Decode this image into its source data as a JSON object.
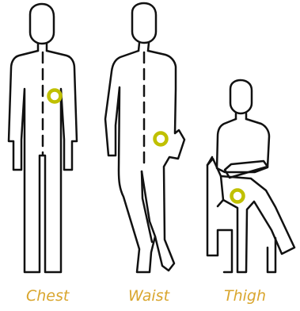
{
  "labels": {
    "chest": "Chest",
    "waist": "Waist",
    "thigh": "Thigh"
  },
  "icons": [
    "standing-figure-icon",
    "leaning-figure-icon",
    "seated-figure-icon",
    "ring-marker-icon"
  ],
  "colors": {
    "outline": "#111111",
    "marker": "#c0c000",
    "label": "#d9a62e",
    "background": "#ffffff"
  }
}
